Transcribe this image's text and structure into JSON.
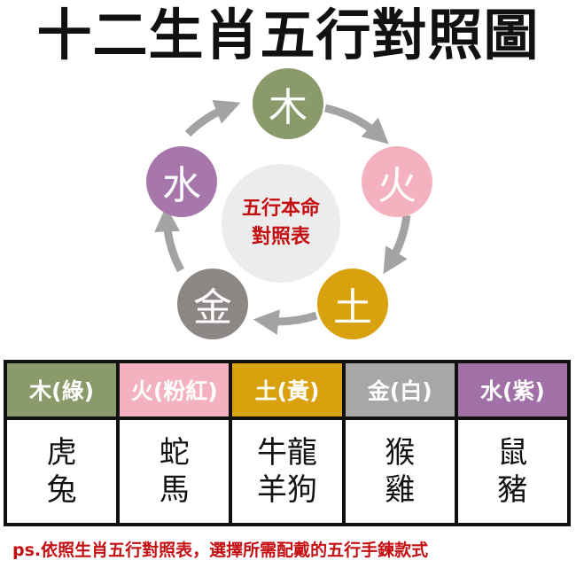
{
  "title": "十二生肖五行對照圖",
  "center": {
    "line1": "五行本命",
    "line2": "對照表"
  },
  "elements": [
    {
      "char": "木",
      "color": "#8a9a6a"
    },
    {
      "char": "火",
      "color": "#f4b2c0"
    },
    {
      "char": "土",
      "color": "#d9a10e"
    },
    {
      "char": "金",
      "color": "#8c8785"
    },
    {
      "char": "水",
      "color": "#a777ac"
    }
  ],
  "table": {
    "columns": [
      {
        "header": "木(綠)",
        "color": "#8a9a6a",
        "animals": [
          "虎",
          "兔"
        ]
      },
      {
        "header": "火(粉紅)",
        "color": "#f4b2c0",
        "animals": [
          "蛇",
          "馬"
        ]
      },
      {
        "header": "土(黃)",
        "color": "#d9a10e",
        "animals": [
          "牛龍",
          "羊狗"
        ]
      },
      {
        "header": "金(白)",
        "color": "#a8a6a6",
        "animals": [
          "猴",
          "雞"
        ]
      },
      {
        "header": "水(紫)",
        "color": "#a070a6",
        "animals": [
          "鼠",
          "豬"
        ]
      }
    ]
  },
  "note": "ps.依照生肖五行對照表，選擇所需配戴的五行手鍊款式"
}
